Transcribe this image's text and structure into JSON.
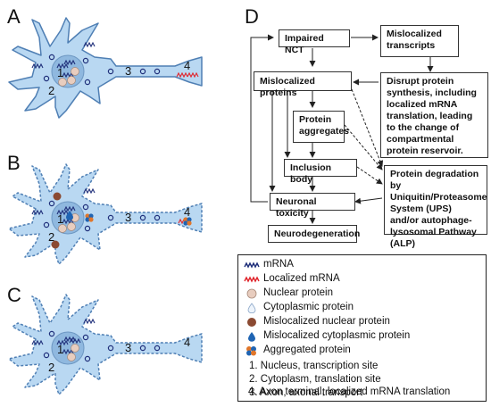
{
  "panels": {
    "a": "A",
    "b": "B",
    "c": "C",
    "d": "D"
  },
  "neuron_labels": [
    "1",
    "2",
    "3",
    "4"
  ],
  "flow": {
    "impaired_nct": "Impaired NCT",
    "mislocalized_transcripts": "Mislocalized transcripts",
    "mislocalized_proteins": "Mislocalized proteins",
    "disrupt_synthesis": "Disrupt protein synthesis, including localized mRNA translation, leading to the change of compartmental protein reservoir.",
    "protein_aggregates": "Protein aggregates",
    "inclusion_body": "Inclusion body",
    "neuronal_toxicity": "Neuronal toxicity",
    "neurodegeneration": "Neurodegeneration",
    "protein_degradation": "Protein degradation by Uniquitin/Proteasome System (UPS) and/or autophage-lysosomal Pathway (ALP)"
  },
  "legend": {
    "items": [
      {
        "label": "mRNA",
        "icon": "mrna-icon"
      },
      {
        "label": "Localized mRNA",
        "icon": "localized-mrna-icon"
      },
      {
        "label": "Nuclear protein",
        "icon": "nuclear-protein-icon"
      },
      {
        "label": "Cytoplasmic protein",
        "icon": "cytoplasmic-protein-icon"
      },
      {
        "label": "Mislocalized nuclear protein",
        "icon": "mislocalized-nuclear-protein-icon"
      },
      {
        "label": "Mislocalized cytoplasmic protein",
        "icon": "mislocalized-cytoplasmic-protein-icon"
      },
      {
        "label": "Aggregated protein",
        "icon": "aggregated-protein-icon"
      }
    ],
    "numbered": [
      "1. Nucleus, transcription site",
      "2. Cytoplasm, translation site",
      "3. Axon, axonal transport",
      "4. Axon terminal, localized mRNA translation"
    ]
  },
  "colors": {
    "cell_fill": "#b9d8f2",
    "cell_stroke": "#4f7fb4",
    "nucleus_fill": "#8fb8df",
    "mrna": "#1f2f7a",
    "localized_mrna": "#e0232a",
    "nuclear_protein": "#e8cdbf",
    "mislocalized_nuclear": "#8b4a32",
    "mislocalized_cyto": "#1f64b3",
    "aggregate_orange": "#e0762a"
  }
}
